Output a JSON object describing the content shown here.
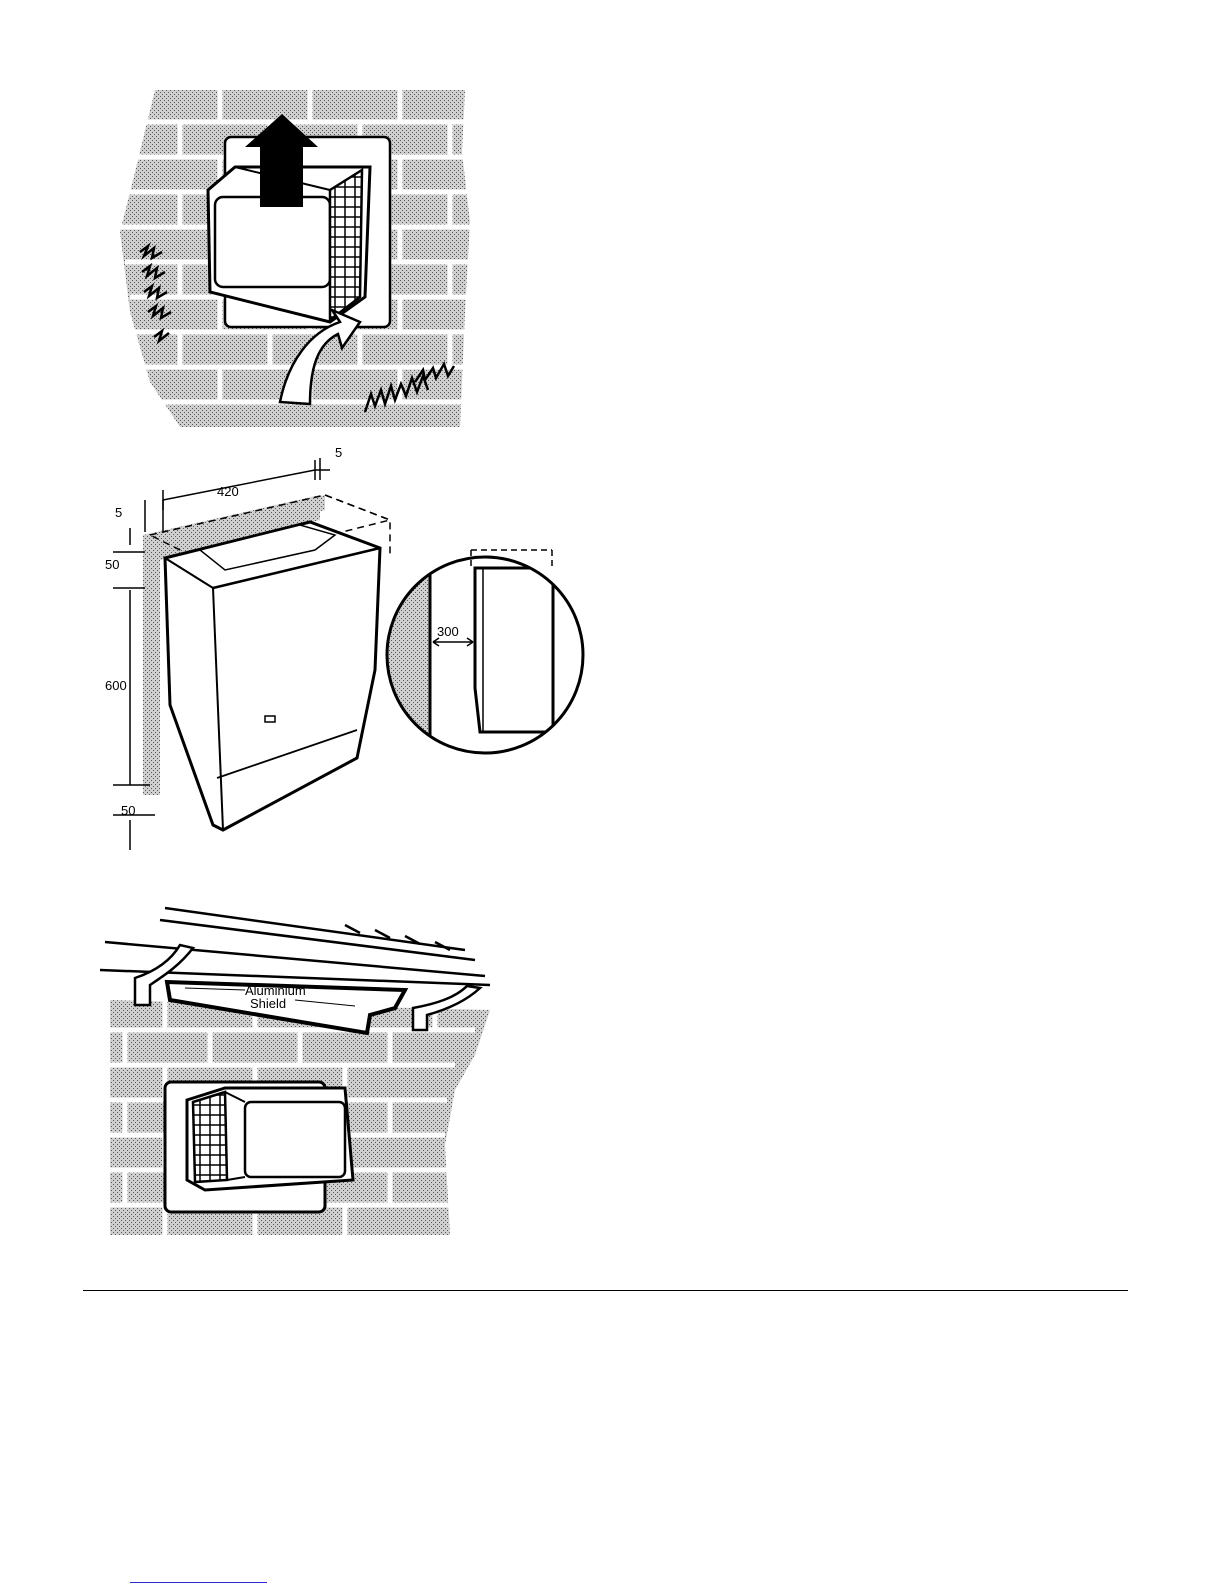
{
  "figures": {
    "clearance": {
      "top_width": "420",
      "side_gap_left": "5",
      "side_gap_right": "5",
      "top_gap": "50",
      "height": "600",
      "bottom_gap": "50",
      "front_clearance": "300"
    },
    "shield": {
      "label_line1": "Aluminium",
      "label_line2": "Shield"
    }
  }
}
